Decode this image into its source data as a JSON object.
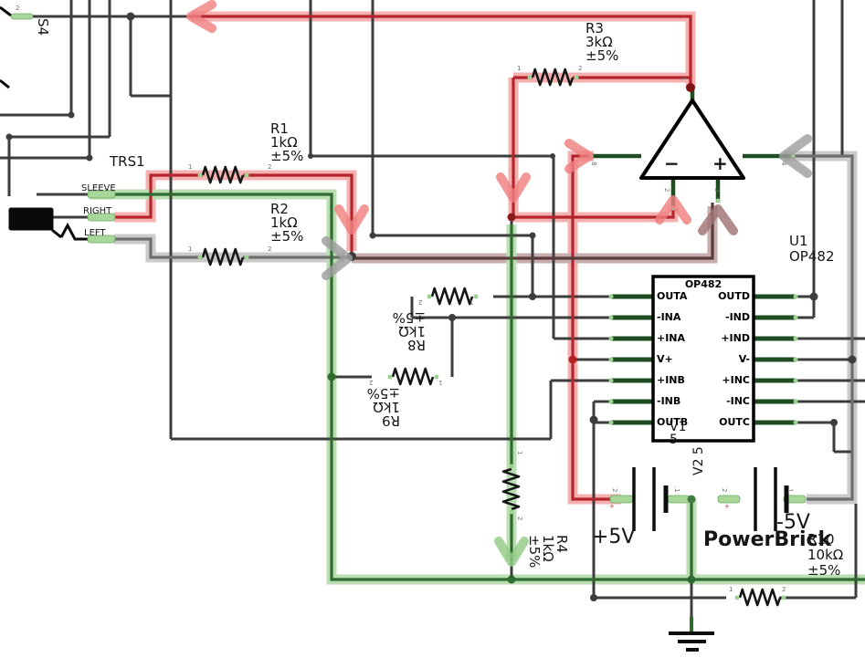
{
  "components": {
    "s4": {
      "ref": "S4"
    },
    "trs1": {
      "ref": "TRS1",
      "pins": {
        "sleeve": "SLEEVE",
        "right": "RIGHT",
        "left": "LEFT"
      }
    },
    "r1": {
      "ref": "R1",
      "value": "1kΩ",
      "tolerance": "±5%"
    },
    "r2": {
      "ref": "R2",
      "value": "1kΩ",
      "tolerance": "±5%"
    },
    "r3": {
      "ref": "R3",
      "value": "3kΩ",
      "tolerance": "±5%"
    },
    "r4": {
      "ref": "R4",
      "value": "1kΩ",
      "tolerance": "±5%"
    },
    "r8": {
      "ref": "R8",
      "value": "1kΩ",
      "tolerance": "±5%"
    },
    "r9": {
      "ref": "R9",
      "value": "1kΩ",
      "tolerance": "±5%"
    },
    "r10": {
      "ref": "R10",
      "value": "10kΩ",
      "tolerance": "±5%"
    },
    "opamp": {
      "pin_out": "1",
      "pin_inv": "2",
      "pin_noninv": "3",
      "pin_vplus": "8",
      "pin_vminus": "4",
      "minus_sign": "−",
      "plus_sign": "+"
    },
    "u1": {
      "ref": "U1",
      "part": "OP482",
      "title": "OP482",
      "left_pins": [
        "OUTA",
        "-INA",
        "+INA",
        "V+",
        "+INB",
        "-INB",
        "OUTB"
      ],
      "right_pins": [
        "OUTD",
        "-IND",
        "+IND",
        "V-",
        "+INC",
        "-INC",
        "OUTC"
      ]
    },
    "v1": {
      "ref": "V1",
      "value": "5",
      "text": "+5V"
    },
    "v2": {
      "ref": "V2",
      "value": "5",
      "text": "-5V"
    },
    "powerbrick": {
      "label": "PowerBrick"
    }
  },
  "pin_numbers": {
    "one": "1",
    "two": "2",
    "dot_one": ".1",
    "plus": "+"
  },
  "colors": {
    "wire_black": "#3d3d3d",
    "wire_red": "#b5262c",
    "wire_green": "#2f6b2f",
    "wire_gray": "#6e6e6e",
    "wire_brown": "#5a3a3a",
    "highlight_red": "#f08080",
    "highlight_green": "#8fca82",
    "highlight_gray": "#ababab",
    "highlight_brown": "#a57e7e",
    "ic_pin_green": "#1d4d20"
  }
}
